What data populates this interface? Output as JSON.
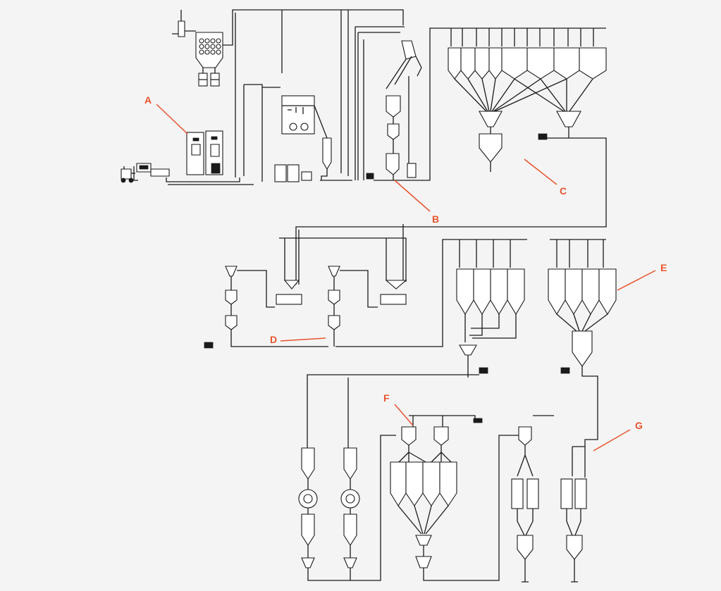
{
  "accent_color": "#e8532f",
  "line_color": "#1a1a1a",
  "background_color": "#f4f4f4",
  "callouts": {
    "a": "A",
    "b": "B",
    "c": "C",
    "d": "D",
    "e": "E",
    "f": "F",
    "g": "G"
  }
}
